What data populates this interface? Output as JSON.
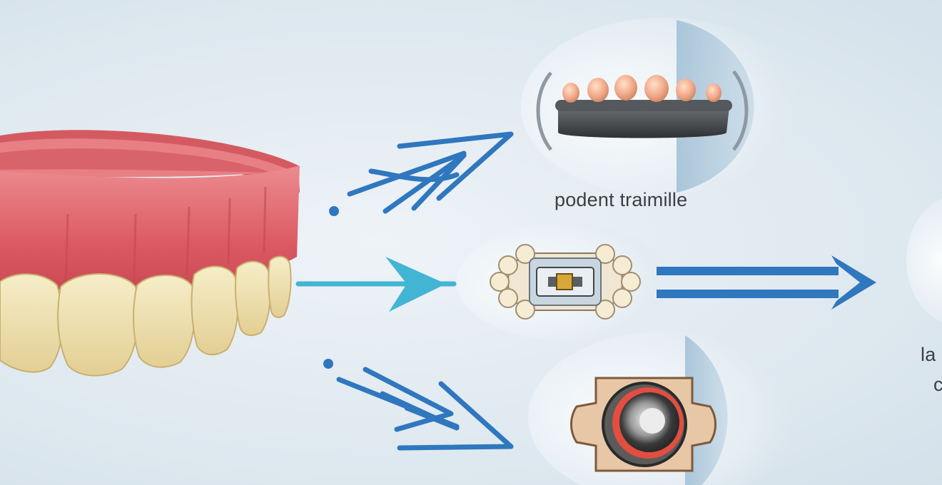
{
  "labels": {
    "top_caption": "podent traimille",
    "right_caption_line1": "la",
    "right_caption_line2": "c"
  },
  "icons": {
    "dentures": "dentures-icon",
    "bar_attachment": "bar-attachment-icon",
    "implant_connector": "implant-connector-icon",
    "ball_attachment": "ball-attachment-icon"
  },
  "colors": {
    "gum": "#e0686f",
    "tooth": "#efe2b4",
    "arrow_blue": "#2f77be",
    "arrow_cyan": "#41b5d3",
    "background": "#e2ebf1"
  }
}
